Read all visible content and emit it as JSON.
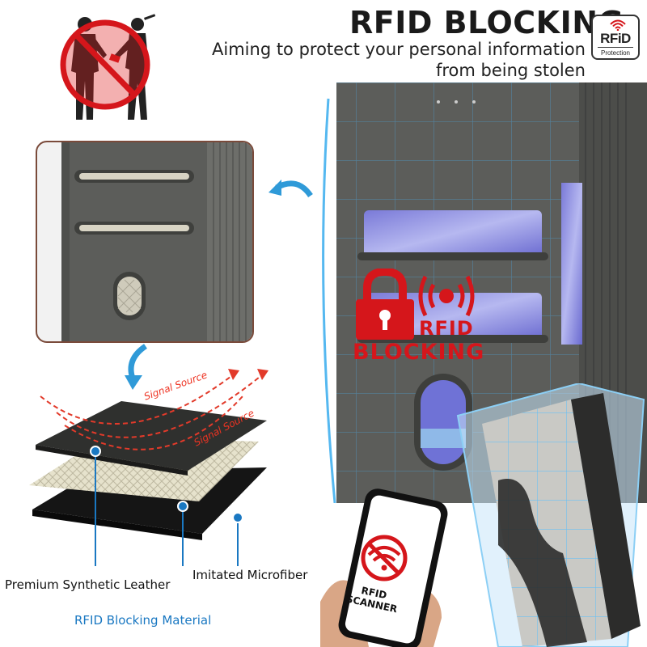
{
  "header": {
    "title": "RFID BLOCKING",
    "subtitle_line1": "Aiming to protect your personal information",
    "subtitle_line2": "from being stolen"
  },
  "badge": {
    "title": "RFiD",
    "subtitle": "Protection"
  },
  "center_overlay": {
    "line1": "RFID",
    "line2": "BLOCKING"
  },
  "signals": [
    "Signal Source",
    "Signal Source"
  ],
  "layers": {
    "leather": "Premium Synthetic Leather",
    "microfiber": "Imitated Microfiber",
    "blocking": "RFID Blocking Material"
  },
  "phone": {
    "line1": "RFID",
    "line2": "SCANNER"
  },
  "colors": {
    "accent_red": "#d5161b",
    "accent_blue": "#1a78c2",
    "leather_gray": "#5a5b58",
    "frame_brown": "#7a4a3a"
  },
  "icons": [
    "people-thief-icon",
    "prohibited-icon",
    "padlock-icon",
    "wifi-signal-icon",
    "wifi-blocked-icon",
    "curved-arrow-icon"
  ]
}
